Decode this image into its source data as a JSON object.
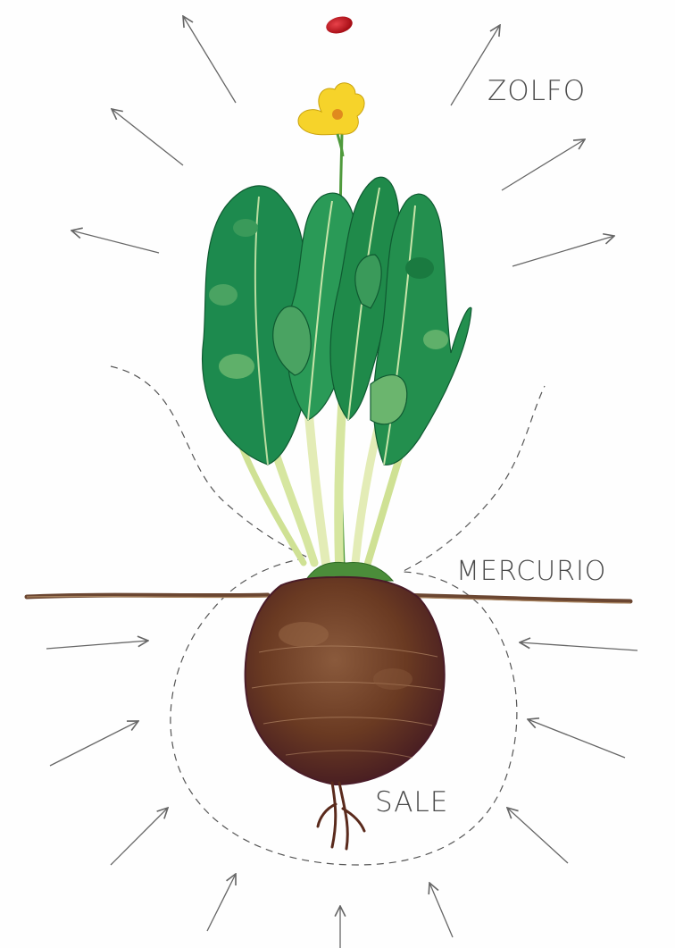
{
  "labels": {
    "top": "ZOLFO",
    "middle": "MERCURIO",
    "bottom": "SALE"
  },
  "colors": {
    "background": "#fefefe",
    "arrows": "#666666",
    "dashed_boundary": "#555555",
    "soil_line": "#6b4631",
    "root_body": "#6a3a22",
    "leaves": "#1f8a4a",
    "stems": "#d6e6a0",
    "flower": "#f6d32a",
    "seed": "#c3121b",
    "text": "#4a4a4a"
  },
  "icons": {
    "plant": "beet-plant-illustration",
    "flower": "yellow-flower",
    "seed": "red-seed",
    "root": "beet-root"
  }
}
